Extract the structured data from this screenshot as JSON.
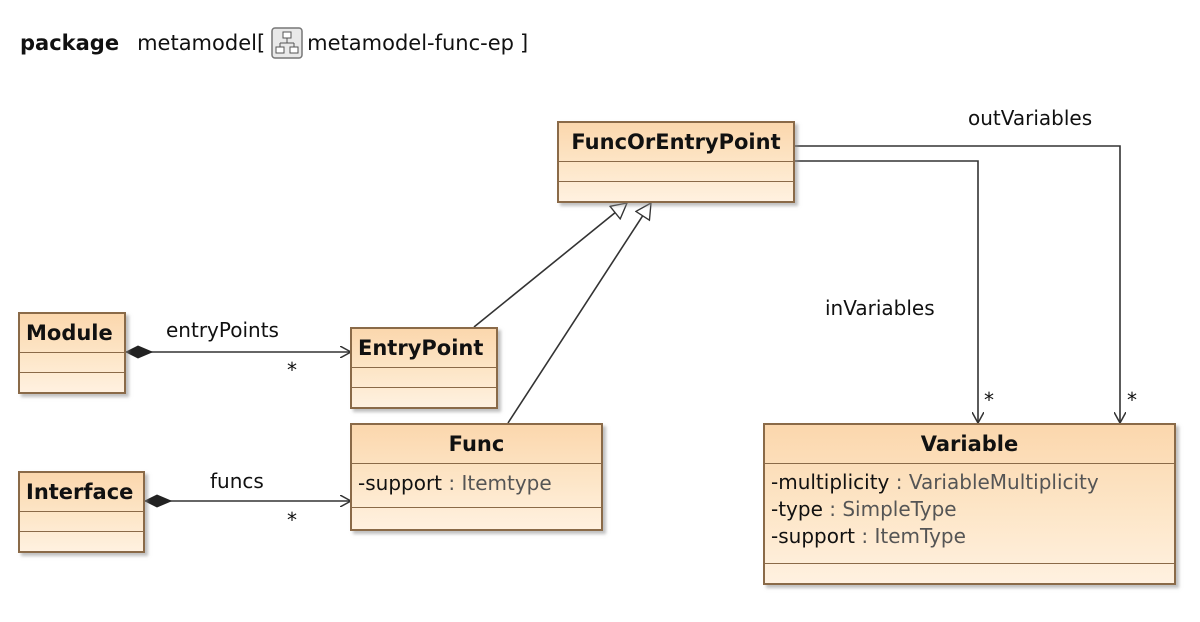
{
  "header": {
    "keyword": "package",
    "owner": "metamodel",
    "bracket_open": "[",
    "diagram_name": "metamodel-func-ep",
    "bracket_close": "]",
    "icon": "diagram-icon"
  },
  "classes": {
    "func_or_entry_point": {
      "name": "FuncOrEntryPoint"
    },
    "module": {
      "name": "Module"
    },
    "entry_point": {
      "name": "EntryPoint"
    },
    "func": {
      "name": "Func",
      "attributes": [
        {
          "name": "-support",
          "sep": " : ",
          "type": "Itemtype"
        }
      ]
    },
    "interface": {
      "name": "Interface"
    },
    "variable": {
      "name": "Variable",
      "attributes": [
        {
          "name": "-multiplicity",
          "sep": " : ",
          "type": "VariableMultiplicity"
        },
        {
          "name": "-type",
          "sep": " : ",
          "type": "SimpleType"
        },
        {
          "name": "-support",
          "sep": " : ",
          "type": "ItemType"
        }
      ]
    }
  },
  "associations": {
    "entry_points": {
      "label": "entryPoints",
      "multiplicity": "*"
    },
    "funcs": {
      "label": "funcs",
      "multiplicity": "*"
    },
    "in_variables": {
      "label": "inVariables",
      "multiplicity": "*"
    },
    "out_variables": {
      "label": "outVariables",
      "multiplicity": "*"
    }
  },
  "colors": {
    "line": "#333333",
    "class_border": "#8a6a48",
    "class_fill_top": "#fbd7ad",
    "class_fill_bottom": "#fff1e0"
  }
}
